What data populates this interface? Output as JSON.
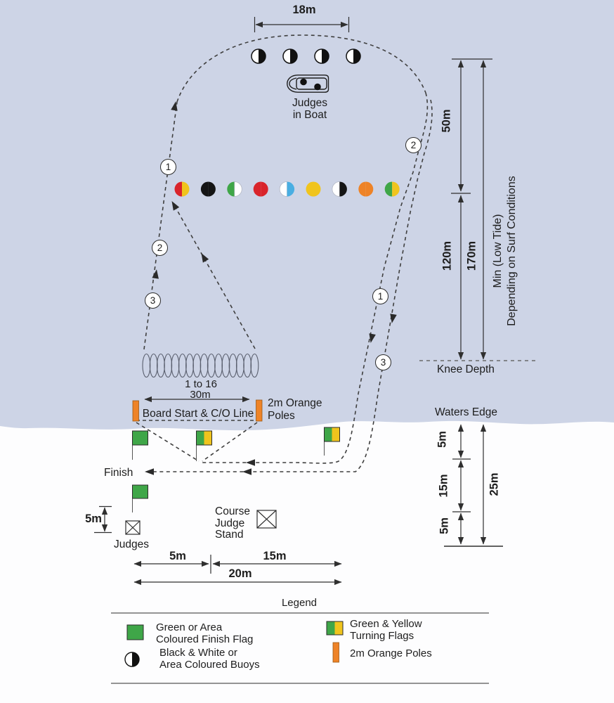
{
  "colors": {
    "water": "#cdd4e6",
    "sand": "#fdfdfe",
    "green": "#3fa648",
    "yellow": "#f0c41d",
    "orange": "#ee8327",
    "red": "#d9242b",
    "light_blue": "#49aee2",
    "black": "#151515",
    "white": "#ffffff",
    "line": "#2f2f2f"
  },
  "dimensions": {
    "buoy_line_width": "18m",
    "loop_top_to_buoy_line": "50m",
    "buoy_line_to_knee": "120m",
    "course_total": "170m",
    "tide_note_line1": "Min (Low Tide)",
    "tide_note_line2": "Depending on Surf Conditions",
    "start_line_width": "30m",
    "start_positions": "1 to 16",
    "beach_upper": "5m",
    "beach_middle": "15m",
    "beach_lower": "5m",
    "beach_total": "25m",
    "finish_flag_offset": "5m",
    "bottom_left": "5m",
    "bottom_right": "15m",
    "bottom_total": "20m"
  },
  "labels": {
    "judges_in_boat_line1": "Judges",
    "judges_in_boat_line2": "in Boat",
    "knee_depth": "Knee Depth",
    "waters_edge": "Waters Edge",
    "board_start_line": "Board Start & C/O Line",
    "orange_poles_line1": "2m Orange",
    "orange_poles_line2": "Poles",
    "finish": "Finish",
    "judges": "Judges",
    "course_judge_line1": "Course",
    "course_judge_line2": "Judge",
    "course_judge_line3": "Stand"
  },
  "course_markers": {
    "outbound": [
      "1",
      "2",
      "3"
    ],
    "inbound": [
      "2",
      "1",
      "3"
    ]
  },
  "buoys": {
    "top_row": [
      "white-black",
      "white-black",
      "white-black",
      "white-black"
    ],
    "mid_row": [
      "red-yellow",
      "black",
      "green-white",
      "red",
      "white-blue",
      "yellow",
      "white-black",
      "orange",
      "green-yellow"
    ]
  },
  "legend": {
    "title": "Legend",
    "items": [
      {
        "icon": "green-finish-flag",
        "label_line1": "Green or Area",
        "label_line2": "Coloured Finish Flag"
      },
      {
        "icon": "black-white-buoy",
        "label_line1": "Black & White or",
        "label_line2": "Area Coloured Buoys"
      },
      {
        "icon": "green-yellow-turning-flag",
        "label_line1": "Green & Yellow",
        "label_line2": "Turning Flags"
      },
      {
        "icon": "orange-pole",
        "label_line1": "2m Orange Poles",
        "label_line2": ""
      }
    ]
  }
}
